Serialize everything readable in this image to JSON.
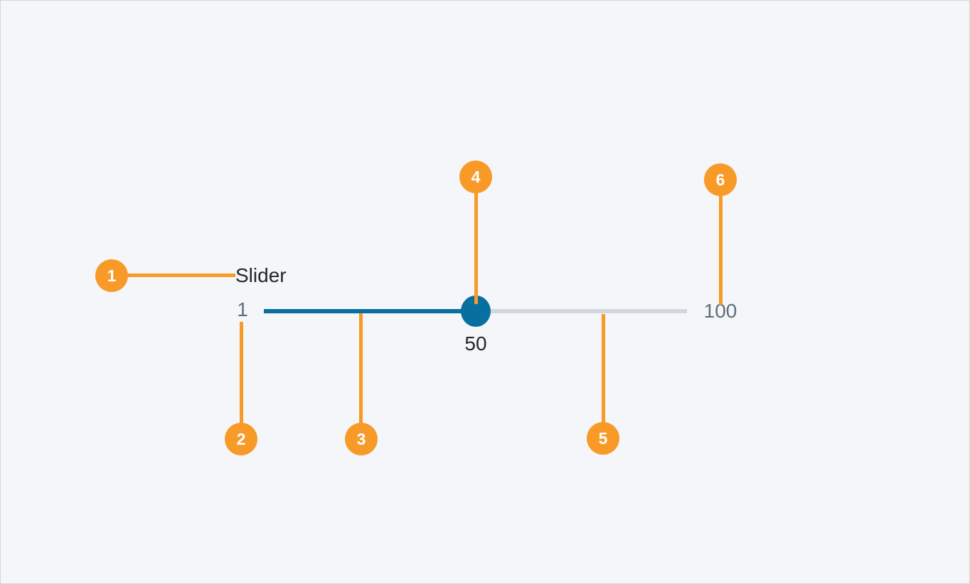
{
  "colors": {
    "page_bg": "#f4f6f9",
    "page_border": "#d7d7d7",
    "accent_orange": "#f89a28",
    "track_filled_teal": "#07709e",
    "track_unfilled_gray": "#d0d7dd",
    "handle_teal": "#07709e",
    "range_label_gray": "#5f6e7c",
    "text_dark": "#21272a",
    "callout_number_white": "#ffffff"
  },
  "slider": {
    "label": "Slider",
    "min_label": "1",
    "max_label": "100",
    "value_label": "50"
  },
  "callouts": [
    "1",
    "2",
    "3",
    "4",
    "5",
    "6"
  ]
}
